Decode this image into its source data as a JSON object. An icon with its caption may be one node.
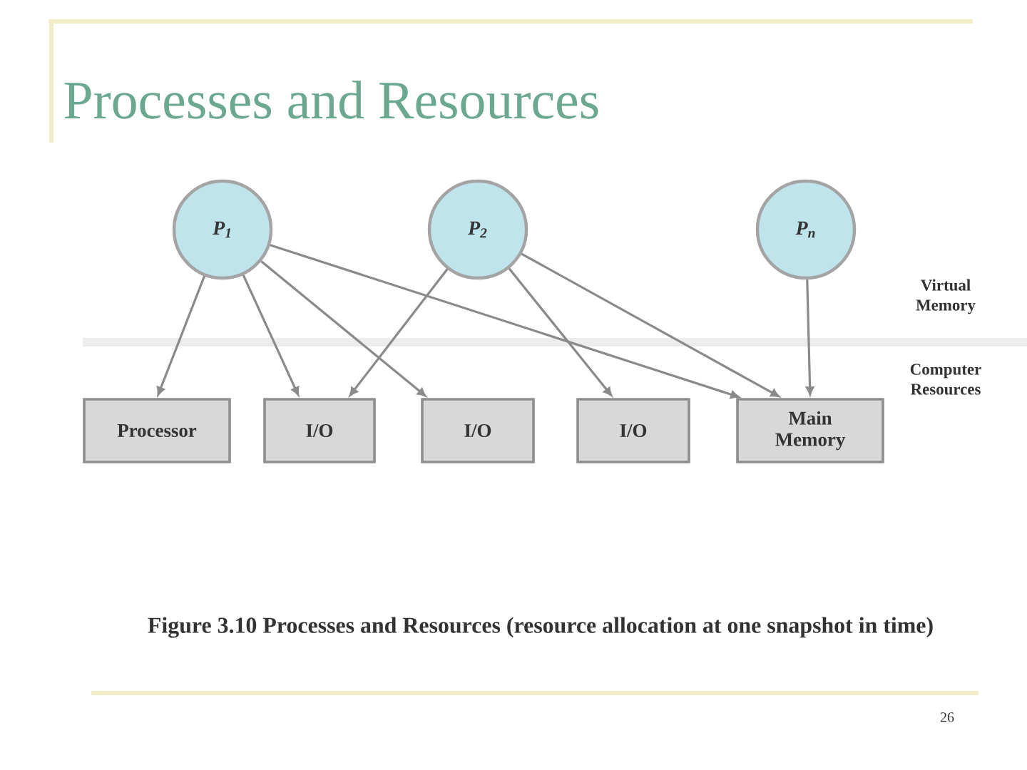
{
  "diagram": {
    "title": "Processes and Resources",
    "caption": "Figure 3.10 Processes and Resources (resource allocation at one snapshot in time)",
    "nodes": [
      {
        "text": [
          "P$_{1}$"
        ]
      },
      {
        "text": [
          "P$_{2}$"
        ]
      },
      {
        "text": [
          "P$_{n}$"
        ]
      },
      {
        "text": [
          "Processor"
        ]
      },
      {
        "text": [
          "I/O"
        ]
      },
      {
        "text": [
          "I/O"
        ]
      },
      {
        "text": [
          "I/O"
        ]
      },
      {
        "text": [
          "Main Memory"
        ]
      }
    ],
    "edges": [
      {
        "from": 0,
        "to": 3,
        "arrow": "to"
      },
      {
        "from": 0,
        "to": 4,
        "arrow": "to"
      },
      {
        "from": 0,
        "to": 5,
        "arrow": "to"
      },
      {
        "from": 0,
        "to": 7,
        "arrow": "to"
      },
      {
        "from": 1,
        "to": 4,
        "arrow": "to"
      },
      {
        "from": 1,
        "to": 6,
        "arrow": "to"
      },
      {
        "from": 1,
        "to": 7,
        "arrow": "to"
      },
      {
        "from": 2,
        "to": 7,
        "arrow": "to"
      }
    ],
    "labels": [
      "Virtual Memory",
      "Computer Resources",
      "26"
    ]
  }
}
